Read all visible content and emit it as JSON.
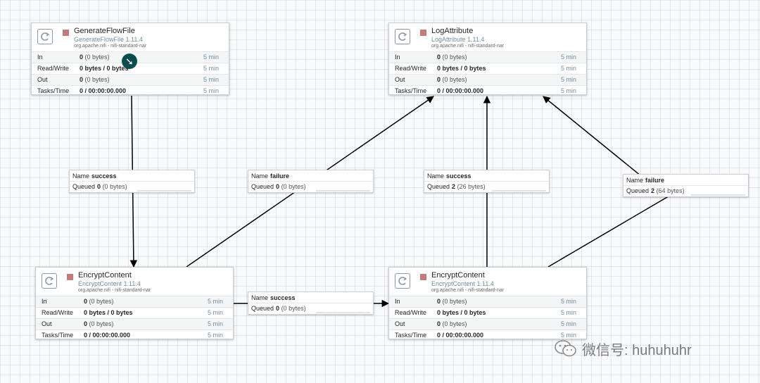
{
  "processors": [
    {
      "id": "gen",
      "name": "GenerateFlowFile",
      "type": "GenerateFlowFile 1.11.4",
      "bundle": "org.apache.nifi - nifi-standard-nar",
      "stats": [
        {
          "label": "In",
          "value": "0",
          "sub": "(0 bytes)",
          "time": "5 min"
        },
        {
          "label": "Read/Write",
          "value": "0 bytes / 0 bytes",
          "sub": "",
          "time": "5 min"
        },
        {
          "label": "Out",
          "value": "0",
          "sub": "(0 bytes)",
          "time": "5 min"
        },
        {
          "label": "Tasks/Time",
          "value": "0 / 00:00:00.000",
          "sub": "",
          "time": "5 min"
        }
      ]
    },
    {
      "id": "log",
      "name": "LogAttribute",
      "type": "LogAttribute 1.11.4",
      "bundle": "org.apache.nifi - nifi-standard-nar",
      "stats": [
        {
          "label": "In",
          "value": "0",
          "sub": "(0 bytes)",
          "time": "5 min"
        },
        {
          "label": "Read/Write",
          "value": "0 bytes / 0 bytes",
          "sub": "",
          "time": "5 min"
        },
        {
          "label": "Out",
          "value": "0",
          "sub": "(0 bytes)",
          "time": "5 min"
        },
        {
          "label": "Tasks/Time",
          "value": "0 / 00:00:00.000",
          "sub": "",
          "time": "5 min"
        }
      ]
    },
    {
      "id": "enc1",
      "name": "EncryptContent",
      "type": "EncryptContent 1.11.4",
      "bundle": "org.apache.nifi - nifi-standard-nar",
      "stats": [
        {
          "label": "In",
          "value": "0",
          "sub": "(0 bytes)",
          "time": "5 min"
        },
        {
          "label": "Read/Write",
          "value": "0 bytes / 0 bytes",
          "sub": "",
          "time": "5 min"
        },
        {
          "label": "Out",
          "value": "0",
          "sub": "(0 bytes)",
          "time": "5 min"
        },
        {
          "label": "Tasks/Time",
          "value": "0 / 00:00:00.000",
          "sub": "",
          "time": "5 min"
        }
      ]
    },
    {
      "id": "enc2",
      "name": "EncryptContent",
      "type": "EncryptContent 1.11.4",
      "bundle": "org.apache.nifi - nifi-standard-nar",
      "stats": [
        {
          "label": "In",
          "value": "0",
          "sub": "(0 bytes)",
          "time": "5 min"
        },
        {
          "label": "Read/Write",
          "value": "0 bytes / 0 bytes",
          "sub": "",
          "time": "5 min"
        },
        {
          "label": "Out",
          "value": "0",
          "sub": "(0 bytes)",
          "time": "5 min"
        },
        {
          "label": "Tasks/Time",
          "value": "0 / 00:00:00.000",
          "sub": "",
          "time": "5 min"
        }
      ]
    }
  ],
  "connections": [
    {
      "name_label": "Name",
      "name": "success",
      "queued_label": "Queued",
      "queued": "0",
      "queued_size": "(0 bytes)"
    },
    {
      "name_label": "Name",
      "name": "failure",
      "queued_label": "Queued",
      "queued": "0",
      "queued_size": "(0 bytes)"
    },
    {
      "name_label": "Name",
      "name": "success",
      "queued_label": "Queued",
      "queued": "2",
      "queued_size": "(26 bytes)"
    },
    {
      "name_label": "Name",
      "name": "failure",
      "queued_label": "Queued",
      "queued": "2",
      "queued_size": "(64 bytes)"
    },
    {
      "name_label": "Name",
      "name": "success",
      "queued_label": "Queued",
      "queued": "0",
      "queued_size": "(0 bytes)"
    }
  ],
  "icons": {
    "processor": "processor-icon",
    "status": "stopped-status-icon",
    "cursor": "drag-connection-icon",
    "wechat": "wechat-icon"
  },
  "colors": {
    "status_stopped": "#c4797a",
    "type_text": "#728e9b",
    "cursor_badge": "#0b4c4c"
  },
  "watermark": {
    "text": "微信号: huhuhuhr"
  }
}
